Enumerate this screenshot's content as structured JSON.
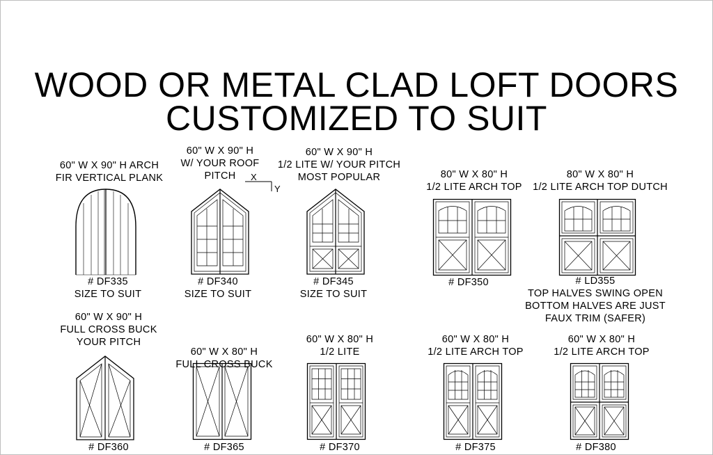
{
  "title": {
    "line1": "WOOD OR METAL CLAD LOFT DOORS",
    "line2": "CUSTOMIZED TO SUIT"
  },
  "doors": {
    "df335": {
      "top": [
        "60\" W X 90\" H ARCH",
        "FIR VERTICAL PLANK"
      ],
      "code": "# DF335",
      "note": "SIZE TO SUIT"
    },
    "df340": {
      "top": [
        "60\" W X 90\" H",
        "W/ YOUR ROOF",
        "PITCH"
      ],
      "pitch_x": "X",
      "pitch_y": "Y",
      "code": "# DF340",
      "note": "SIZE TO SUIT"
    },
    "df345": {
      "top": [
        "60\" W X 90\" H",
        "1/2 LITE W/ YOUR PITCH",
        "MOST POPULAR"
      ],
      "code": "# DF345",
      "note": "SIZE TO SUIT"
    },
    "df350": {
      "top": [
        "80\" W X 80\" H",
        "1/2 LITE ARCH TOP"
      ],
      "code": "# DF350"
    },
    "ld355": {
      "top": [
        "80\" W X 80\" H",
        "1/2 LITE ARCH TOP DUTCH"
      ],
      "code": "# LD355",
      "note": [
        "TOP HALVES SWING OPEN",
        "BOTTOM HALVES ARE JUST",
        "FAUX TRIM (SAFER)"
      ]
    },
    "df360": {
      "top": [
        "60\" W X 90\" H",
        "FULL CROSS BUCK",
        "YOUR PITCH"
      ],
      "code": "# DF360"
    },
    "df365": {
      "top": [
        "60\" W X 80\" H",
        "FULL CROSS BUCK"
      ],
      "code": "# DF365"
    },
    "df370": {
      "top": [
        "60\" W X 80\" H",
        "1/2 LITE"
      ],
      "code": "# DF370"
    },
    "df375": {
      "top": [
        "60\" W X 80\" H",
        "1/2 LITE ARCH TOP"
      ],
      "code": "# DF375"
    },
    "df380": {
      "top": [
        "60\" W X 80\" H",
        "1/2 LITE ARCH TOP"
      ],
      "code": "# DF380"
    }
  }
}
